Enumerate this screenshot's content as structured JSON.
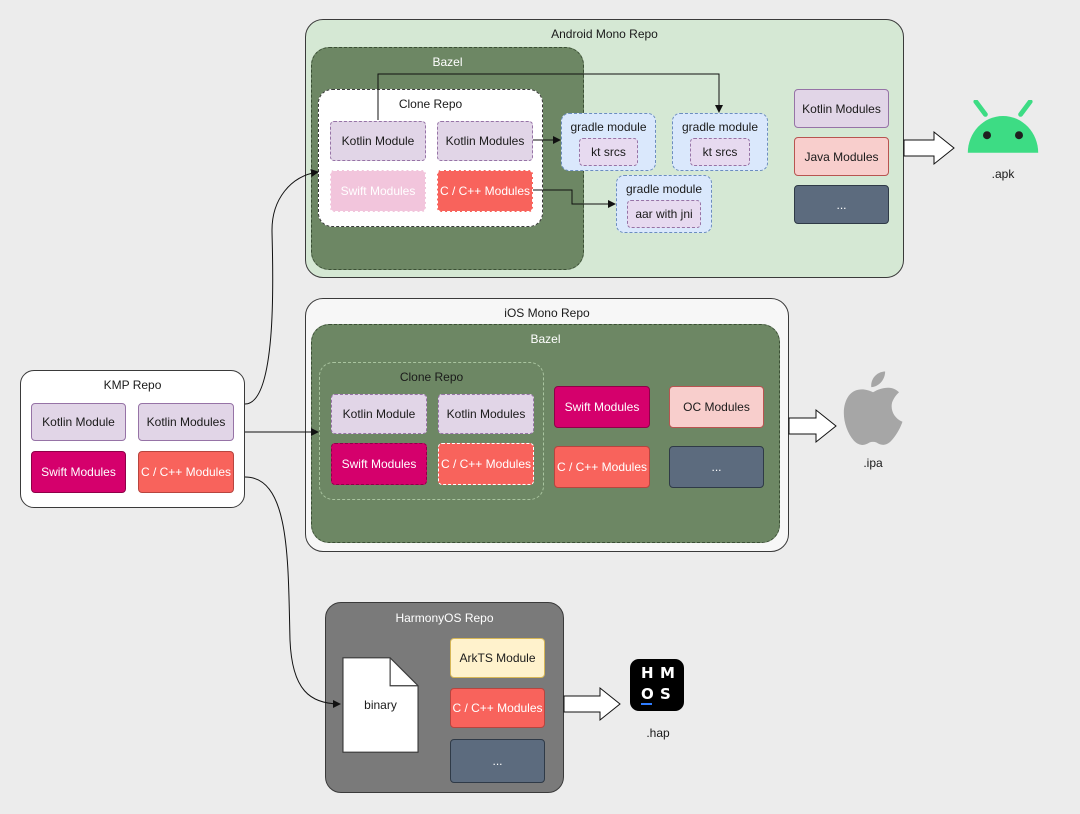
{
  "kmp": {
    "title": "KMP Repo",
    "modules": [
      "Kotlin Module",
      "Kotlin Modules",
      "Swift Modules",
      "C / C++ Modules"
    ]
  },
  "android": {
    "title": "Android Mono Repo",
    "bazel": "Bazel",
    "clone": {
      "title": "Clone Repo",
      "modules": [
        "Kotlin Module",
        "Kotlin Modules",
        "Swift Modules",
        "C / C++ Modules"
      ]
    },
    "gradle": [
      {
        "title": "gradle module",
        "inner": "kt srcs"
      },
      {
        "title": "gradle module",
        "inner": "kt srcs"
      },
      {
        "title": "gradle module",
        "inner": "aar with jni"
      }
    ],
    "side_modules": [
      "Kotlin Modules",
      "Java Modules",
      "..."
    ],
    "output": ".apk"
  },
  "ios": {
    "title": "iOS Mono Repo",
    "bazel": "Bazel",
    "clone": {
      "title": "Clone Repo",
      "modules": [
        "Kotlin Module",
        "Kotlin Modules",
        "Swift Modules",
        "C / C++ Modules"
      ]
    },
    "side_modules": [
      "Swift Modules",
      "OC Modules",
      "C / C++ Modules",
      "..."
    ],
    "output": ".ipa"
  },
  "harmony": {
    "title": "HarmonyOS Repo",
    "binary": "binary",
    "modules": [
      "ArkTS Module",
      "C / C++ Modules",
      "..."
    ],
    "logo_letters": [
      "H",
      "M",
      "O",
      "S"
    ],
    "output": ".hap"
  },
  "colors": {
    "android_repo": "#d5e8d4",
    "bazel": "#6d8764",
    "kotlin_module": "#e1d5e7",
    "swift_module": "#d5006c",
    "cpp_module": "#f8635c",
    "gradle_module": "#dae8fc",
    "harmony_repo": "#7a7a7a",
    "android_green": "#3ddc84"
  },
  "icons": [
    "android-icon",
    "apple-icon",
    "hmos-logo-icon",
    "document-icon"
  ]
}
